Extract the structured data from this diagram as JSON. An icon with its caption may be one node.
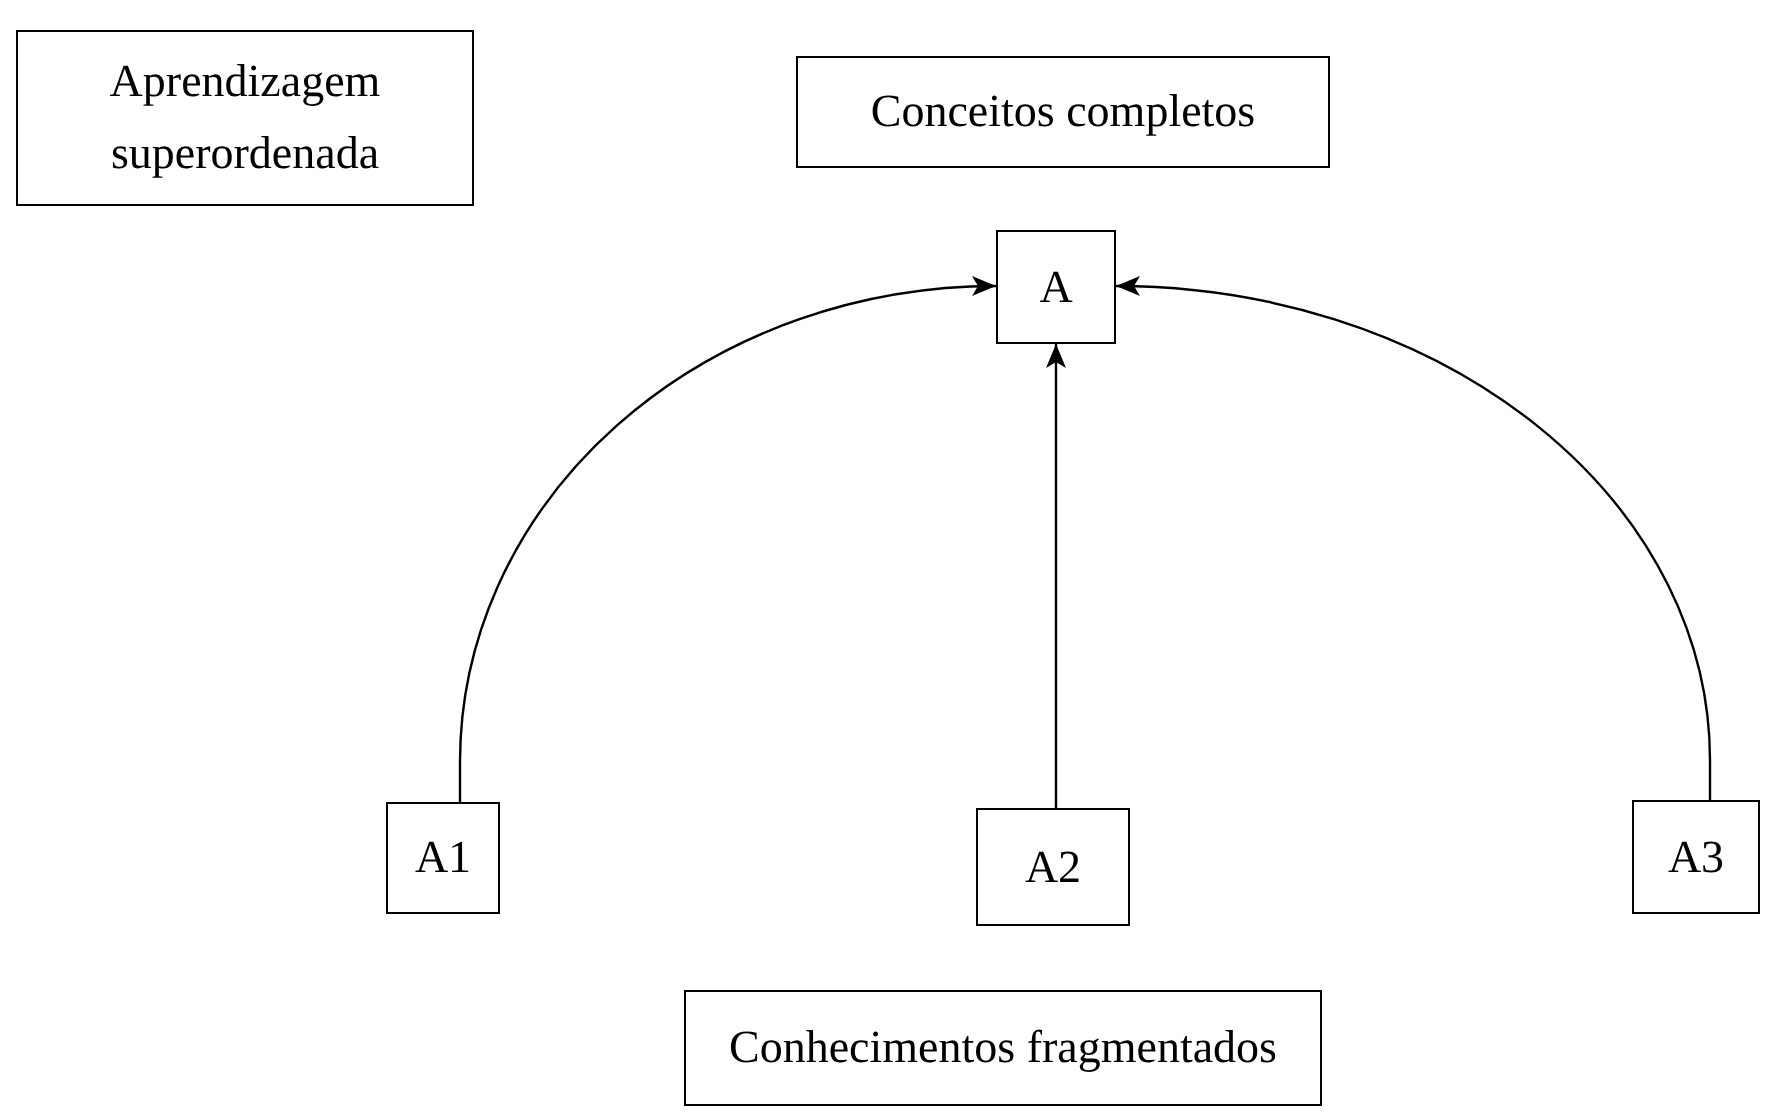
{
  "diagram": {
    "nodes": [
      {
        "text": [
          "Aprendizagem superordenada"
        ]
      },
      {
        "text": [
          "Conceitos completos"
        ]
      },
      {
        "text": [
          "A"
        ]
      },
      {
        "text": [
          "A1"
        ]
      },
      {
        "text": [
          "A2"
        ]
      },
      {
        "text": [
          "A3"
        ]
      },
      {
        "text": [
          "Conhecimentos fragmentados"
        ]
      }
    ],
    "edges": [
      {
        "from": 3,
        "to": 2,
        "arrow": "to"
      },
      {
        "from": 4,
        "to": 2,
        "arrow": "to"
      },
      {
        "from": 5,
        "to": 2,
        "arrow": "to"
      }
    ]
  }
}
